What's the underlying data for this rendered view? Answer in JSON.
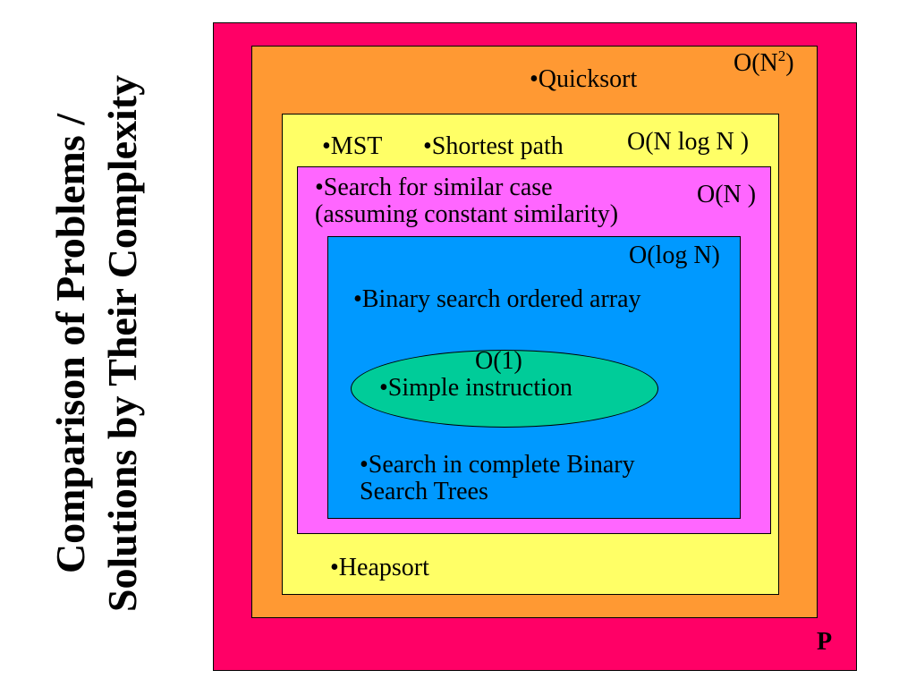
{
  "title": {
    "line1": "Comparison of Problems /",
    "line2": "Solutions by Their Complexity"
  },
  "colors": {
    "p": "#ff0066",
    "n2": "#ff9933",
    "nlogn": "#ffff66",
    "n": "#ff66ff",
    "logn": "#0099ff",
    "one": "#00cc99"
  },
  "sets": {
    "p": {
      "label": "P",
      "items": []
    },
    "n2": {
      "label_base": "O(N",
      "label_exp": "2",
      "label_close": ")",
      "items": [
        "•Quicksort"
      ]
    },
    "nlogn": {
      "label": "O(N log N )",
      "items": [
        "•MST",
        "•Shortest path",
        "•Heapsort"
      ]
    },
    "n": {
      "label": "O(N )",
      "items": [
        {
          "line1": "•Search for similar case",
          "line2": "(assuming constant similarity)"
        }
      ]
    },
    "logn": {
      "label": "O(log N)",
      "items": [
        "•Binary search ordered array",
        {
          "line1": "•Search in complete Binary",
          "line2": "Search Trees"
        }
      ]
    },
    "one": {
      "label": "O(1)",
      "items": [
        "•Simple instruction"
      ]
    }
  }
}
